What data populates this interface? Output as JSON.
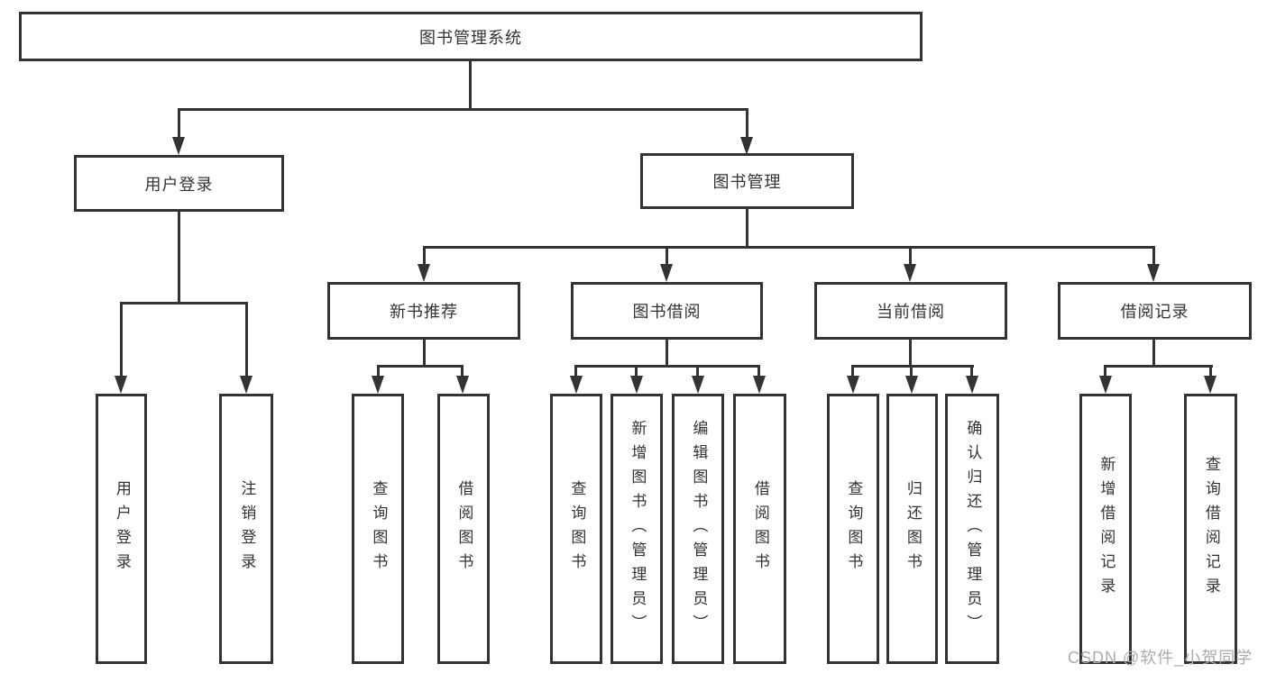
{
  "tree": {
    "root": {
      "label": "图书管理系统"
    },
    "user_login": {
      "label": "用户登录",
      "children": [
        {
          "label": "用户登录"
        },
        {
          "label": "注销登录"
        }
      ]
    },
    "book_management": {
      "label": "图书管理",
      "children": [
        {
          "label": "新书推荐",
          "children": [
            {
              "label": "查询图书"
            },
            {
              "label": "借阅图书"
            }
          ]
        },
        {
          "label": "图书借阅",
          "children": [
            {
              "label": "查询图书"
            },
            {
              "label": "新增图书（管理员）"
            },
            {
              "label": "编辑图书（管理员）"
            },
            {
              "label": "借阅图书"
            }
          ]
        },
        {
          "label": "当前借阅",
          "children": [
            {
              "label": "查询图书"
            },
            {
              "label": "归还图书"
            },
            {
              "label": "确认归还（管理员）"
            }
          ]
        },
        {
          "label": "借阅记录",
          "children": [
            {
              "label": "新增借阅记录"
            },
            {
              "label": "查询借阅记录"
            }
          ]
        }
      ]
    }
  },
  "colors": {
    "line": "#333333",
    "box_background": "#ffffff",
    "watermark": "#ababab"
  },
  "watermark": {
    "text": "CSDN @软件_小贺同学"
  }
}
